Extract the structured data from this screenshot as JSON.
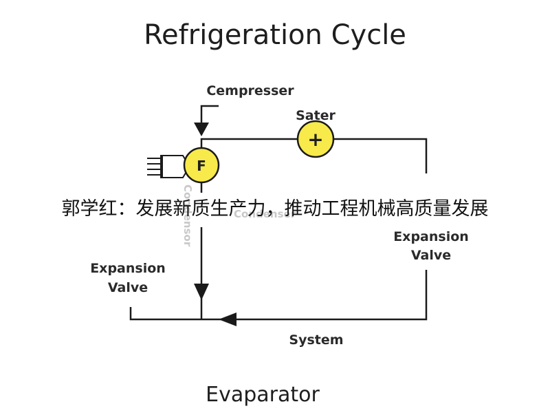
{
  "diagram": {
    "title": "Refrigeration Cycle",
    "bottom_label": "Evaparator",
    "labels": {
      "compressor": "Cempresser",
      "sater": "Sater",
      "expansion_valve_left": [
        "Expansion",
        "Valve"
      ],
      "expansion_valve_right": [
        "Expansion",
        "Valve"
      ],
      "system": "System",
      "fan_letter": "F",
      "sater_symbol": "+",
      "condenser_faint": "Condenser",
      "vertical_faint": "Condensor"
    },
    "colors": {
      "line": "#1a1a1a",
      "component_fill": "#f7ea4a",
      "component_stroke": "#1a1a1a",
      "text": "#1e1e1e"
    }
  },
  "banner": {
    "text": "郭学红：发展新质生产力，推动工程机械高质量发展"
  }
}
